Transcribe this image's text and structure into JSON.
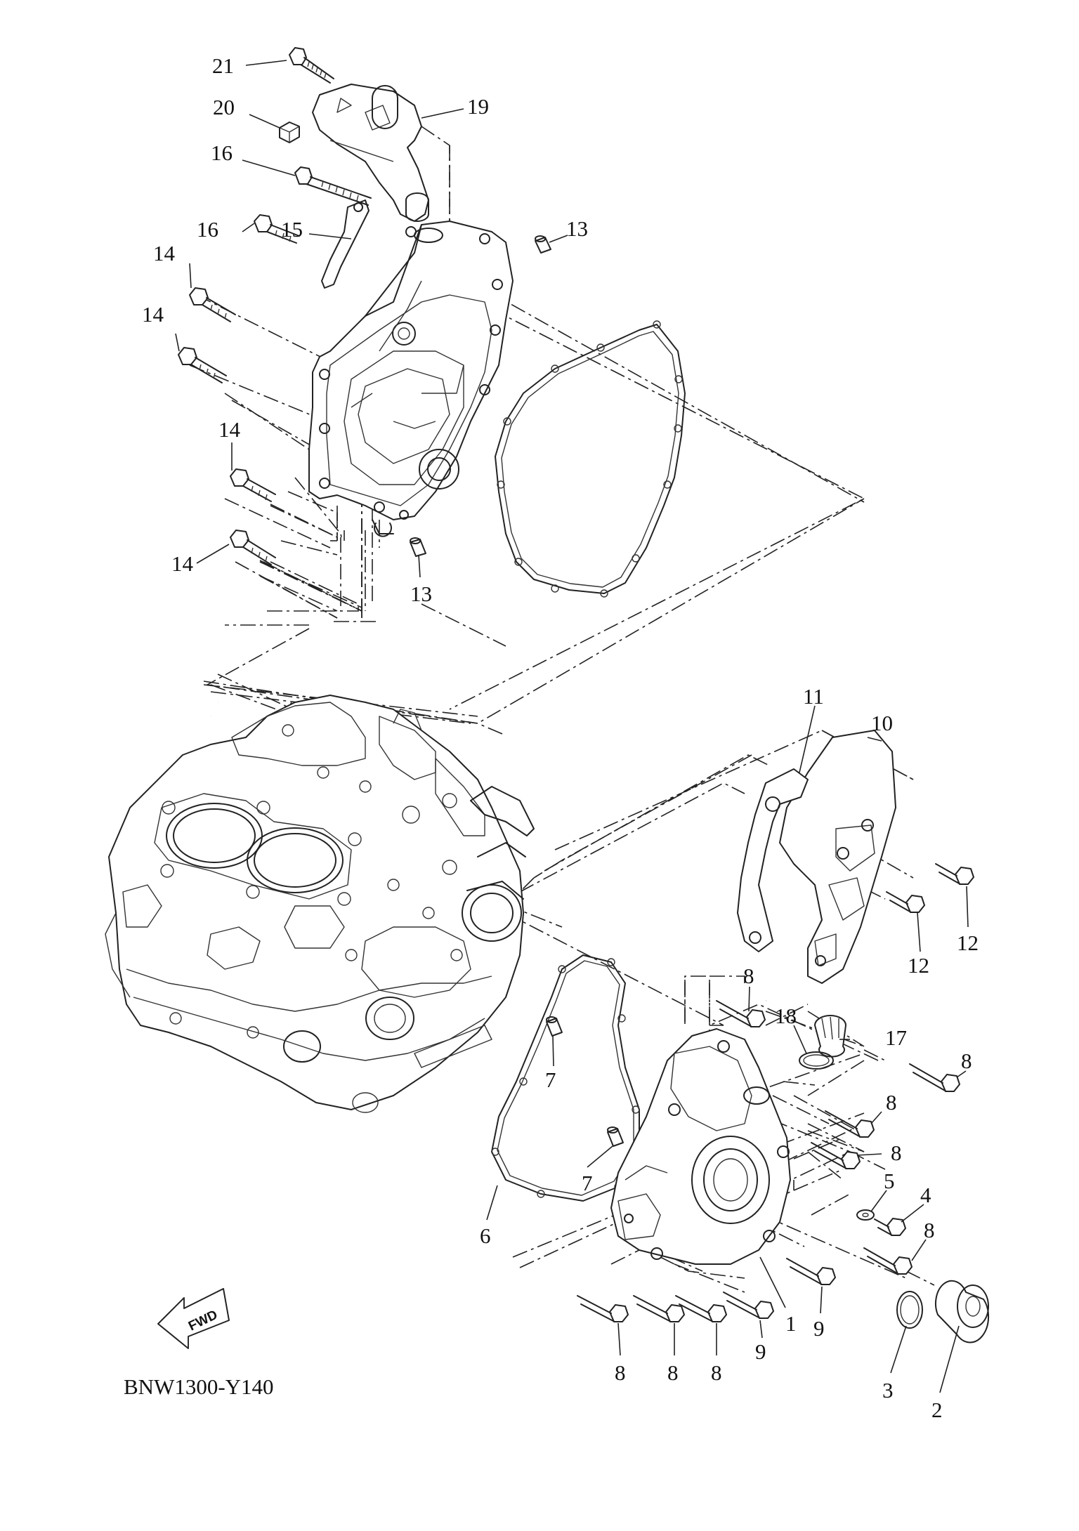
{
  "diagram_code": "BNW1300-Y140",
  "fwd_label": "FWD",
  "callouts": [
    {
      "id": "c21",
      "label": "21"
    },
    {
      "id": "c20",
      "label": "20"
    },
    {
      "id": "c19",
      "label": "19"
    },
    {
      "id": "c16a",
      "label": "16"
    },
    {
      "id": "c16b",
      "label": "16"
    },
    {
      "id": "c15",
      "label": "15"
    },
    {
      "id": "c14a",
      "label": "14"
    },
    {
      "id": "c14b",
      "label": "14"
    },
    {
      "id": "c14c",
      "label": "14"
    },
    {
      "id": "c14d",
      "label": "14"
    },
    {
      "id": "c13a",
      "label": "13"
    },
    {
      "id": "c13b",
      "label": "13"
    },
    {
      "id": "c11",
      "label": "11"
    },
    {
      "id": "c10",
      "label": "10"
    },
    {
      "id": "c12a",
      "label": "12"
    },
    {
      "id": "c12b",
      "label": "12"
    },
    {
      "id": "c8a",
      "label": "8"
    },
    {
      "id": "c18",
      "label": "18"
    },
    {
      "id": "c17",
      "label": "17"
    },
    {
      "id": "c8b",
      "label": "8"
    },
    {
      "id": "c8c",
      "label": "8"
    },
    {
      "id": "c8d",
      "label": "8"
    },
    {
      "id": "c7a",
      "label": "7"
    },
    {
      "id": "c7b",
      "label": "7"
    },
    {
      "id": "c5",
      "label": "5"
    },
    {
      "id": "c4",
      "label": "4"
    },
    {
      "id": "c8e",
      "label": "8"
    },
    {
      "id": "c6",
      "label": "6"
    },
    {
      "id": "c1",
      "label": "1"
    },
    {
      "id": "c9a",
      "label": "9"
    },
    {
      "id": "c9b",
      "label": "9"
    },
    {
      "id": "c8f",
      "label": "8"
    },
    {
      "id": "c8g",
      "label": "8"
    },
    {
      "id": "c8h",
      "label": "8"
    },
    {
      "id": "c3",
      "label": "3"
    },
    {
      "id": "c2",
      "label": "2"
    }
  ]
}
